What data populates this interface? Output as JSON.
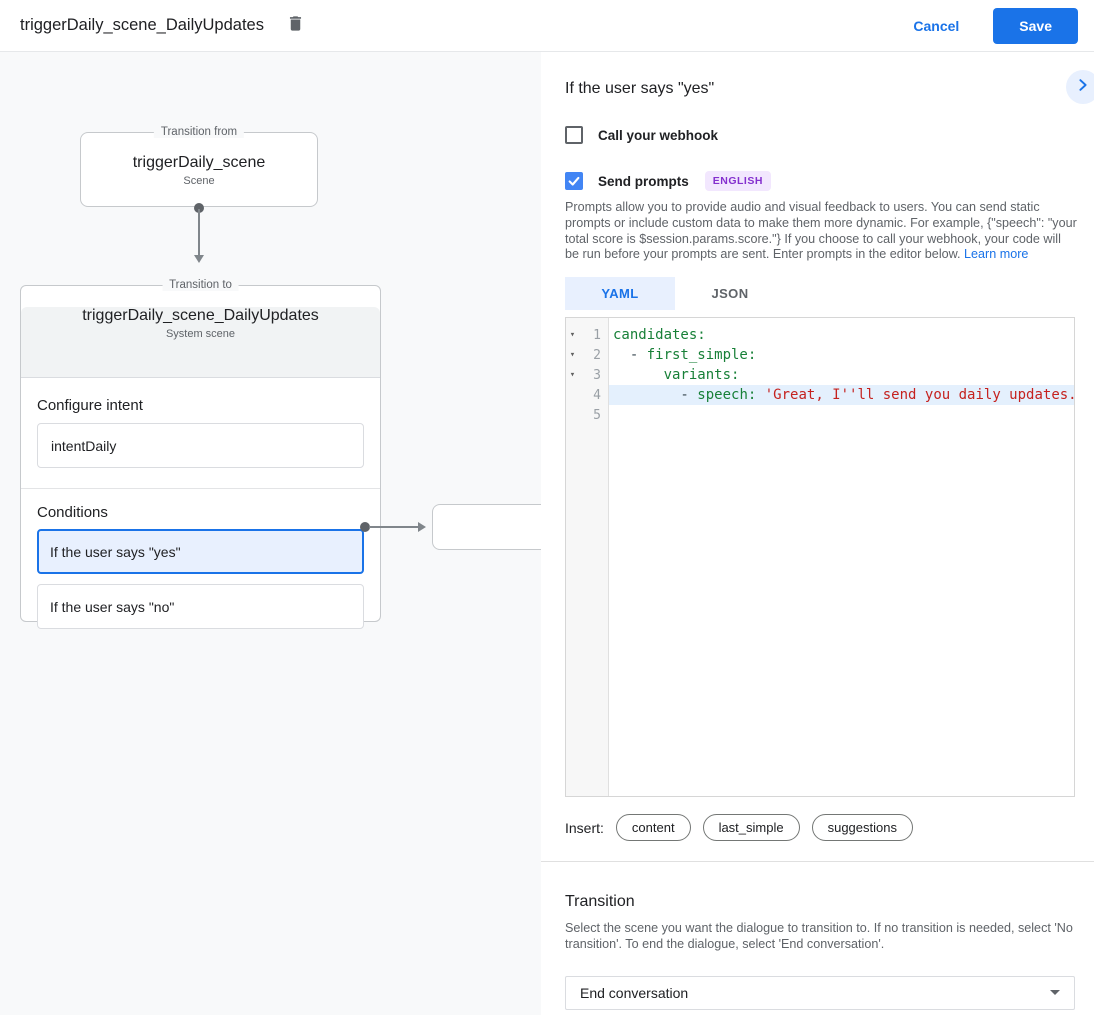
{
  "topbar": {
    "title": "triggerDaily_scene_DailyUpdates",
    "cancel_label": "Cancel",
    "save_label": "Save"
  },
  "diagram": {
    "from_node": {
      "legend": "Transition from",
      "title": "triggerDaily_scene",
      "subtitle": "Scene"
    },
    "to_node": {
      "legend": "Transition to",
      "title": "triggerDaily_scene_DailyUpdates",
      "subtitle": "System scene",
      "configure_intent_label": "Configure intent",
      "intent_value": "intentDaily",
      "conditions_label": "Conditions",
      "conditions": [
        {
          "label": "If the user says \"yes\"",
          "selected": true
        },
        {
          "label": "If the user says \"no\"",
          "selected": false
        }
      ]
    }
  },
  "panel": {
    "title": "If the user says \"yes\"",
    "webhook": {
      "label": "Call your webhook",
      "checked": false
    },
    "send_prompts": {
      "label": "Send prompts",
      "badge": "ENGLISH",
      "checked": true
    },
    "description": "Prompts allow you to provide audio and visual feedback to users. You can send static prompts or include custom data to make them more dynamic. For example, {\"speech\": \"your total score is $session.params.score.\"} If you choose to call your webhook, your code will be run before your prompts are sent. Enter prompts in the editor below. ",
    "learn_more_label": "Learn more",
    "tabs": [
      {
        "label": "YAML",
        "active": true
      },
      {
        "label": "JSON",
        "active": false
      }
    ],
    "editor": {
      "lines": [
        {
          "number": "1",
          "fold": true,
          "active": false,
          "tokens": [
            [
              "key",
              "candidates:"
            ]
          ]
        },
        {
          "number": "2",
          "fold": true,
          "active": false,
          "tokens": [
            [
              "plain",
              "  - "
            ],
            [
              "key",
              "first_simple:"
            ]
          ]
        },
        {
          "number": "3",
          "fold": true,
          "active": false,
          "tokens": [
            [
              "plain",
              "      "
            ],
            [
              "key",
              "variants:"
            ]
          ]
        },
        {
          "number": "4",
          "fold": false,
          "active": true,
          "tokens": [
            [
              "plain",
              "        - "
            ],
            [
              "key",
              "speech:"
            ],
            [
              "plain",
              " "
            ],
            [
              "string",
              "'Great, I''ll send you daily updates."
            ]
          ]
        },
        {
          "number": "5",
          "fold": false,
          "active": false,
          "tokens": []
        }
      ]
    },
    "insert": {
      "label": "Insert:",
      "chips": [
        "content",
        "last_simple",
        "suggestions"
      ]
    },
    "transition": {
      "title": "Transition",
      "description": "Select the scene you want the dialogue to transition to. If no transition is needed, select 'No transition'. To end the dialogue, select 'End conversation'.",
      "selected_value": "End conversation"
    }
  },
  "colors": {
    "accent": "#1a73e8",
    "checkbox_checked": "#4285f4",
    "selected_condition_bg": "#e8f0fe",
    "badge_bg": "#f2e7fe",
    "badge_text": "#8430ce",
    "code_key": "#188038",
    "code_string": "#c5221f",
    "active_line_bg": "#e4f0fd",
    "canvas_bg": "#f8f9fa"
  }
}
